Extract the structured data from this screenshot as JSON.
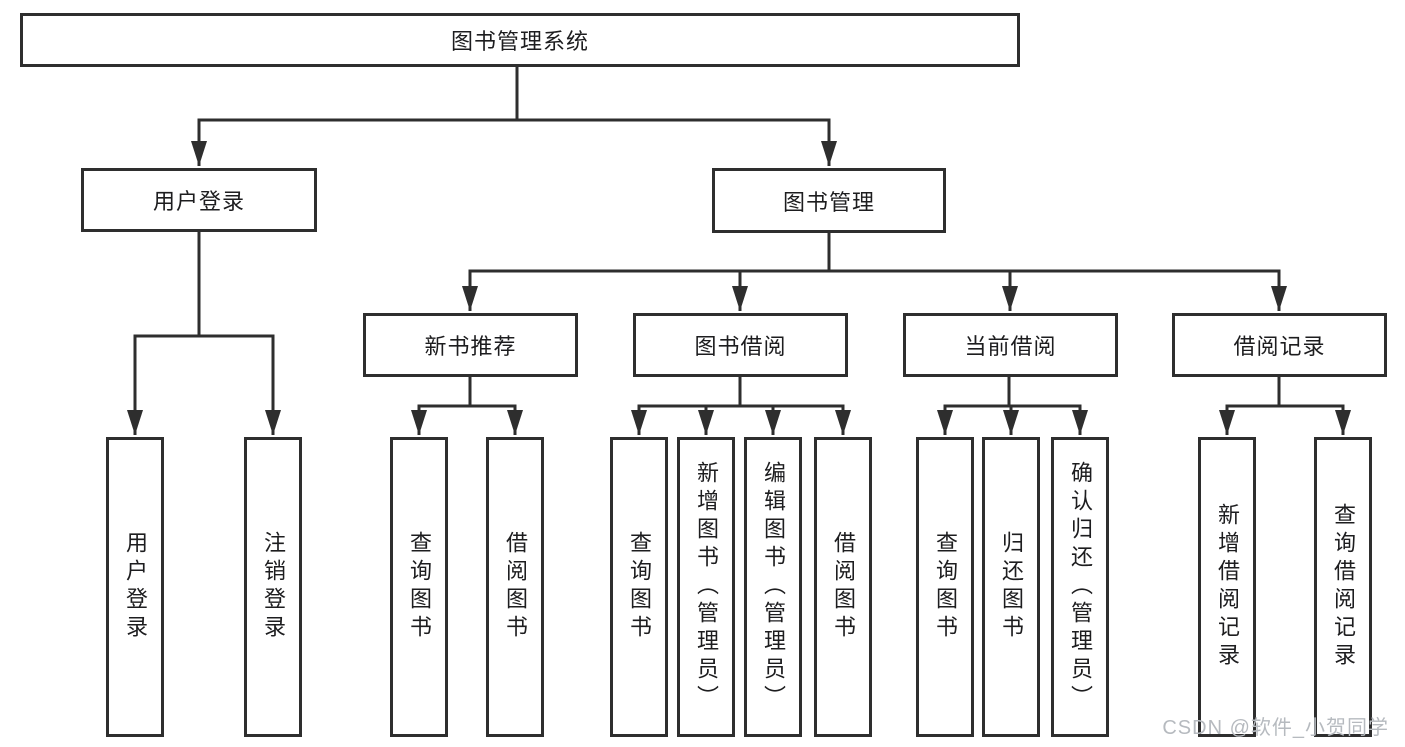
{
  "diagram": {
    "watermark": "CSDN @软件_小贺同学",
    "colors": {
      "line": "#2e2e2e",
      "box_border": "#2e2e2e",
      "text": "#1d1d1f",
      "background": "#ffffff",
      "watermark": "#b6babf"
    },
    "tree": {
      "label": "图书管理系统",
      "children": [
        {
          "label": "用户登录",
          "children": [
            {
              "label": "用户登录"
            },
            {
              "label": "注销登录"
            }
          ]
        },
        {
          "label": "图书管理",
          "children": [
            {
              "label": "新书推荐",
              "children": [
                {
                  "label": "查询图书"
                },
                {
                  "label": "借阅图书"
                }
              ]
            },
            {
              "label": "图书借阅",
              "children": [
                {
                  "label": "查询图书"
                },
                {
                  "label": "新增图书（管理员）"
                },
                {
                  "label": "编辑图书（管理员）"
                },
                {
                  "label": "借阅图书"
                }
              ]
            },
            {
              "label": "当前借阅",
              "children": [
                {
                  "label": "查询图书"
                },
                {
                  "label": "归还图书"
                },
                {
                  "label": "确认归还（管理员）"
                }
              ]
            },
            {
              "label": "借阅记录",
              "children": [
                {
                  "label": "新增借阅记录"
                },
                {
                  "label": "查询借阅记录"
                }
              ]
            }
          ]
        }
      ]
    }
  }
}
